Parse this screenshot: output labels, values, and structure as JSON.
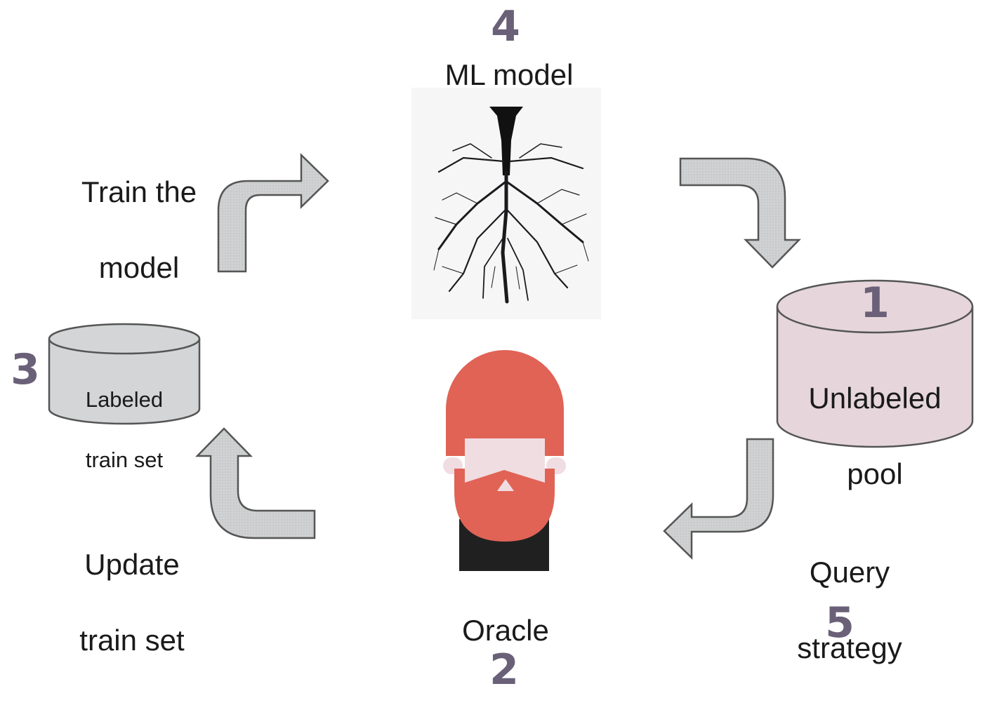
{
  "nodes": {
    "model": {
      "number": "4",
      "label": "ML model"
    },
    "pool": {
      "number": "1",
      "label_line1": "Unlabeled",
      "label_line2": "pool"
    },
    "oracle": {
      "number": "2",
      "label": "Oracle"
    },
    "train_set": {
      "number": "3",
      "label_line1": "Labeled",
      "label_line2": "train set"
    },
    "query": {
      "number": "5",
      "label_line1": "Query",
      "label_line2": "strategy"
    }
  },
  "steps": {
    "train": {
      "line1": "Train the",
      "line2": "model"
    },
    "update": {
      "line1": "Update",
      "line2": "train set"
    }
  },
  "colors": {
    "number": "#6a6078",
    "arrow_fill": "#cdcfd0",
    "pool_fill": "#e6d6db",
    "train_set_fill": "#d3d5d6",
    "oracle_hair": "#e06356",
    "oracle_skin": "#f0dde2",
    "oracle_shirt": "#202020"
  },
  "icons": {
    "model": "tree-roots-icon",
    "oracle": "bearded-person-icon"
  }
}
